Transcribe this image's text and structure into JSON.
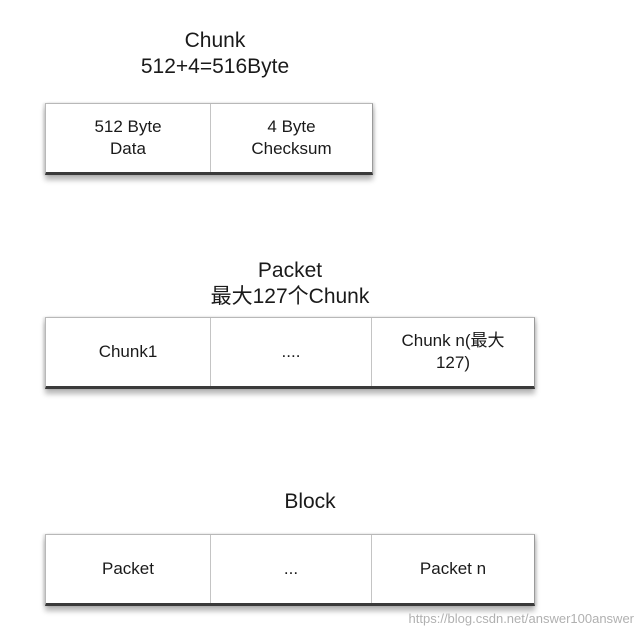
{
  "chunk": {
    "title": "Chunk",
    "subtitle": "512+4=516Byte",
    "cells": [
      {
        "label": "512 Byte\nData"
      },
      {
        "label": "4 Byte\nChecksum"
      }
    ]
  },
  "packet": {
    "title": "Packet",
    "subtitle": "最大127个Chunk",
    "cells": [
      {
        "label": "Chunk1"
      },
      {
        "label": "...."
      },
      {
        "label": "Chunk n(最大\n127)"
      }
    ]
  },
  "block": {
    "title": "Block",
    "cells": [
      {
        "label": "Packet"
      },
      {
        "label": "..."
      },
      {
        "label": "Packet n"
      }
    ]
  },
  "watermark": "https://blog.csdn.net/answer100answer"
}
